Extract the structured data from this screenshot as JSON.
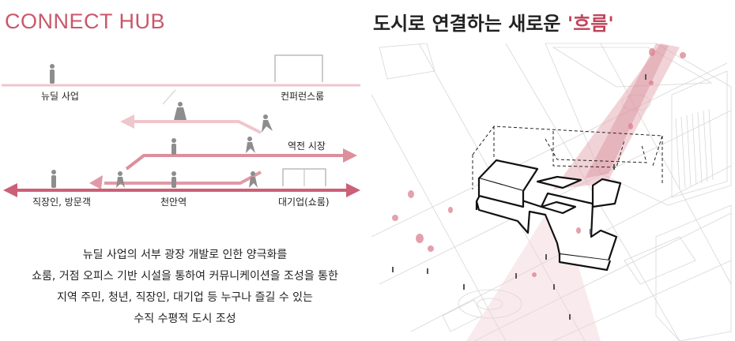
{
  "left": {
    "title": "CONNECT HUB",
    "labels": {
      "newdeal": "뉴딜 사업",
      "conference": "컨퍼런스룸",
      "market": "역전 시장",
      "workers": "직장인, 방문객",
      "station": "천안역",
      "company": "대기업(쇼룸)"
    },
    "description": [
      "뉴딜 사업의 서부 광장 개발로 인한 양극화를",
      "쇼룸, 거점 오피스 기반 시설을 통하여 커뮤니케이션을 조성을 통한",
      "지역 주민, 청년, 직장인, 대기업 등 누구나 즐길 수 있는",
      "수직 수평적 도시 조성"
    ]
  },
  "right": {
    "title_main": "도시로 연결하는 새로운 ",
    "title_accent": "'흐름'"
  },
  "colors": {
    "accent": "#c9586b",
    "line_light": "#efc6cc",
    "line_mid": "#dd8f9c",
    "line_dark": "#cc6076"
  }
}
